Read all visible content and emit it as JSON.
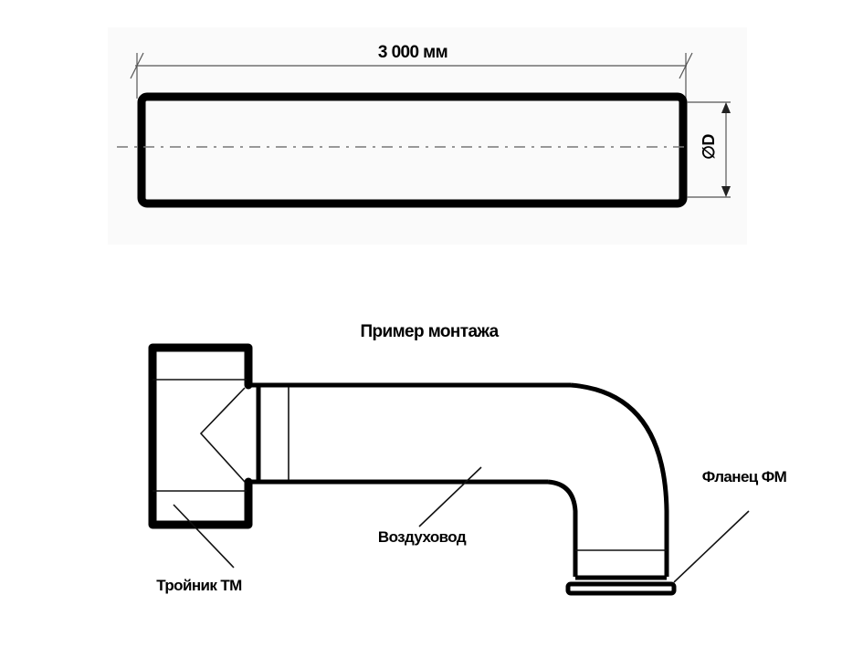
{
  "top_drawing": {
    "length_dimension": "3 000 мм",
    "diameter_label": "∅D",
    "background": "#fafafa"
  },
  "assembly": {
    "title": "Пример монтажа",
    "callouts": [
      {
        "id": "tee",
        "label": "Тройник ТМ"
      },
      {
        "id": "duct",
        "label": "Воздуховод"
      },
      {
        "id": "flange",
        "label": "Фланец ФМ"
      }
    ]
  }
}
